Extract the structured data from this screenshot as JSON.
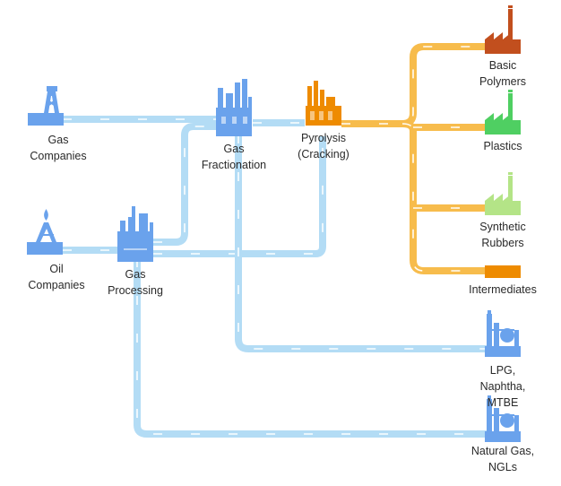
{
  "colors": {
    "pipe_light": "#b3dcf5",
    "pipe_orange": "#f7bc4c",
    "dash": "#ffffff",
    "facility_blue": "#6aa2ec",
    "pyrolysis": "#ee8b00",
    "polymers": "#c24f1e",
    "plastics": "#4fcf62",
    "rubbers": "#b4e487",
    "intermediates": "#ee8b00",
    "text": "#2a2a2a"
  },
  "nodes": {
    "gas_companies": {
      "line1": "Gas",
      "line2": "Companies",
      "icon": "gas-well-icon"
    },
    "oil_companies": {
      "line1": "Oil",
      "line2": "Companies",
      "icon": "oil-well-icon"
    },
    "gas_processing": {
      "line1": "Gas",
      "line2": "Processing",
      "icon": "processing-plant-icon"
    },
    "gas_fractionation": {
      "line1": "Gas",
      "line2": "Fractionation",
      "icon": "fractionation-plant-icon"
    },
    "pyrolysis": {
      "line1": "Pyrolysis",
      "line2": "(Cracking)",
      "icon": "cracker-plant-icon"
    },
    "basic_polymers": {
      "line1": "Basic",
      "line2": "Polymers",
      "icon": "factory-icon"
    },
    "plastics": {
      "line1": "Plastics",
      "icon": "factory-icon"
    },
    "synthetic_rubbers": {
      "line1": "Synthetic",
      "line2": "Rubbers",
      "icon": "factory-icon"
    },
    "intermediates": {
      "line1": "Intermediates",
      "icon": "storage-bar-icon"
    },
    "lpg": {
      "line1": "LPG,",
      "line2": "Naphtha,",
      "line3": "MTBE",
      "icon": "refinery-icon"
    },
    "natural_gas": {
      "line1": "Natural Gas,",
      "line2": "NGLs",
      "icon": "refinery-icon"
    }
  }
}
